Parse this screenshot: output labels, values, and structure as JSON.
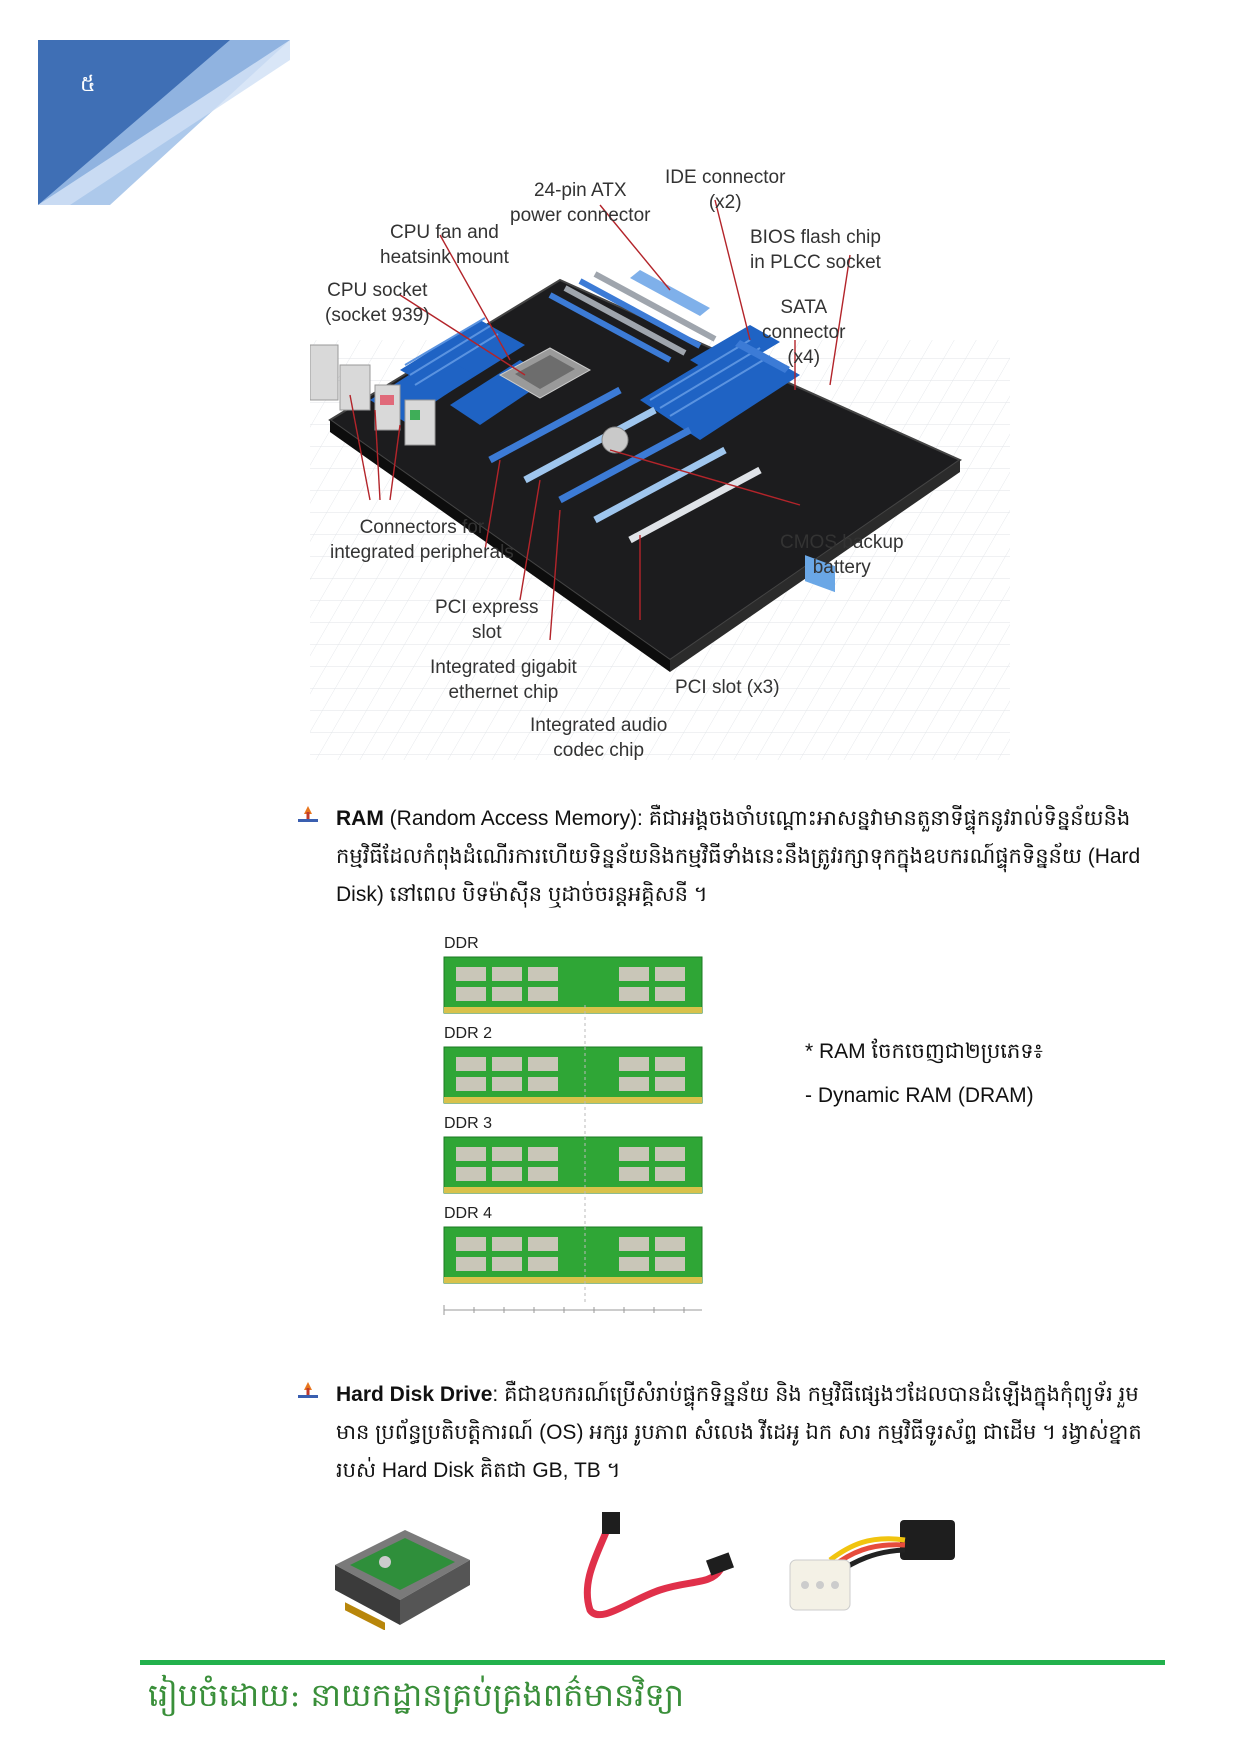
{
  "page": {
    "number": "៥"
  },
  "motherboard": {
    "labels": {
      "atx": "24-pin ATX\npower connector",
      "ide": "IDE connector\n(x2)",
      "bios": "BIOS flash chip\nin PLCC socket",
      "cpu_fan": "CPU fan and\nheatsink mount",
      "cpu_socket": "CPU socket\n(socket 939)",
      "sata": "SATA\nconnector\n(x4)",
      "connectors": "Connectors for\nintegrated peripherals",
      "cmos": "CMOS backup\nbattery",
      "pcie": "PCI express\nslot",
      "ethernet": "Integrated gigabit\nethernet chip",
      "pci": "PCI slot (x3)",
      "audio": "Integrated audio\ncodec chip"
    }
  },
  "ram_section": {
    "term": "RAM",
    "full": " (Random Access Memory): ",
    "text": "គឺជាអង្គចងចាំបណ្តោះអាសន្នវាមានតួនាទីផ្ទុកនូវរាល់ទិន្នន័យនិងកម្មវិធីដែលកំពុងដំណើរការហើយទិន្នន័យនិងកម្មវិធីទាំងនេះនឹងត្រូវរក្សាទុកក្នុងឧបករណ៍ផ្ទុកទិន្នន័យ (Hard Disk) នៅពេល បិទម៉ាស៊ីន ឬដាច់ចរន្តអគ្គិសនី ។",
    "modules": [
      "DDR",
      "DDR 2",
      "DDR 3",
      "DDR 4"
    ],
    "note_title": "* RAM ចែកចេញជា២ប្រភេទ៖",
    "note_item": "- Dynamic RAM (DRAM)"
  },
  "hdd_section": {
    "term": "Hard Disk Drive",
    "text": ": គឺជាឧបករណ៍ប្រើសំរាប់ផ្ទុកទិន្នន័យ និង កម្មវិធីផ្សេងៗដែលបានដំឡើងក្នុងកុំព្យូទ័រ រួមមាន ប្រព័ន្ធប្រតិបត្តិការណ៍ (OS) អក្សរ រូបភាព សំលេង វីដេអូ ឯក សារ កម្មវិធីទូរស័ព្ទ ជាដើម ។ រង្វាស់ខ្នាតរបស់ Hard Disk គិតជា GB, TB ។"
  },
  "footer": {
    "text": "រៀបចំដោយ: នាយកដ្ឋានគ្រប់គ្រងពត៌មានវិទ្យា"
  },
  "colors": {
    "corner_blue": "#3f6fb5",
    "corner_light": "#8fb3e3",
    "footer_green": "#22b14c",
    "board_blue": "#1f63c4",
    "ram_green": "#2fa636"
  }
}
